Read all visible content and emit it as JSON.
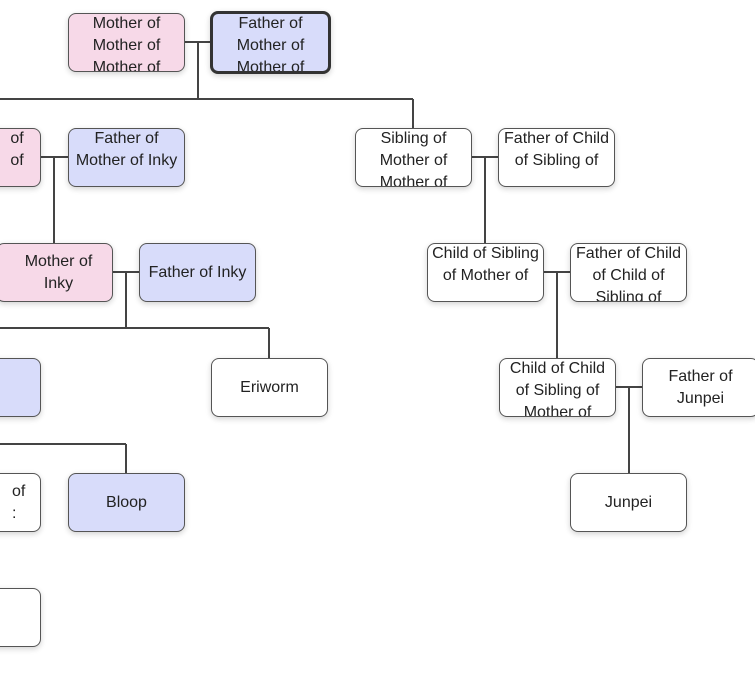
{
  "nodes": {
    "mother_of_mother_of_mother": {
      "label": "Mother of Mother of Mother of",
      "gender": "female"
    },
    "father_of_mother_of_mother": {
      "label": "Father of Mother of Mother of",
      "gender": "male",
      "selected": true
    },
    "mother_of_mother_partial": {
      "label": "of of",
      "gender": "female"
    },
    "father_of_mother_of_inky": {
      "label": "Father of Mother of Inky",
      "gender": "male"
    },
    "sibling_of_mother_of_mother": {
      "label": "Sibling of Mother of Mother of",
      "gender": "unknown"
    },
    "father_of_child_of_sibling": {
      "label": "Father of Child of Sibling of",
      "gender": "unknown"
    },
    "mother_of_inky": {
      "label": "Mother of Inky",
      "gender": "female"
    },
    "father_of_inky": {
      "label": "Father of Inky",
      "gender": "male"
    },
    "child_of_sibling": {
      "label": "Child of Sibling of Mother of",
      "gender": "unknown"
    },
    "father_of_child_of_child": {
      "label": "Father of Child of Child of Sibling of",
      "gender": "unknown"
    },
    "inky_partial": {
      "label": "",
      "gender": "male"
    },
    "eriworm": {
      "label": "Eriworm",
      "gender": "unknown"
    },
    "child_of_child_of_sibling": {
      "label": "Child of Child of Sibling of Mother of",
      "gender": "unknown"
    },
    "father_of_junpei": {
      "label": "Father of Junpei",
      "gender": "unknown"
    },
    "bloop_partner_partial": {
      "label": "of :",
      "gender": "unknown"
    },
    "bloop": {
      "label": "Bloop",
      "gender": "male"
    },
    "junpei": {
      "label": "Junpei",
      "gender": "unknown"
    },
    "bottom_partial": {
      "label": "",
      "gender": "unknown"
    }
  },
  "colors": {
    "female": "#f7d9e8",
    "male": "#d8dcfa",
    "unknown": "#ffffff",
    "line": "#444444"
  }
}
